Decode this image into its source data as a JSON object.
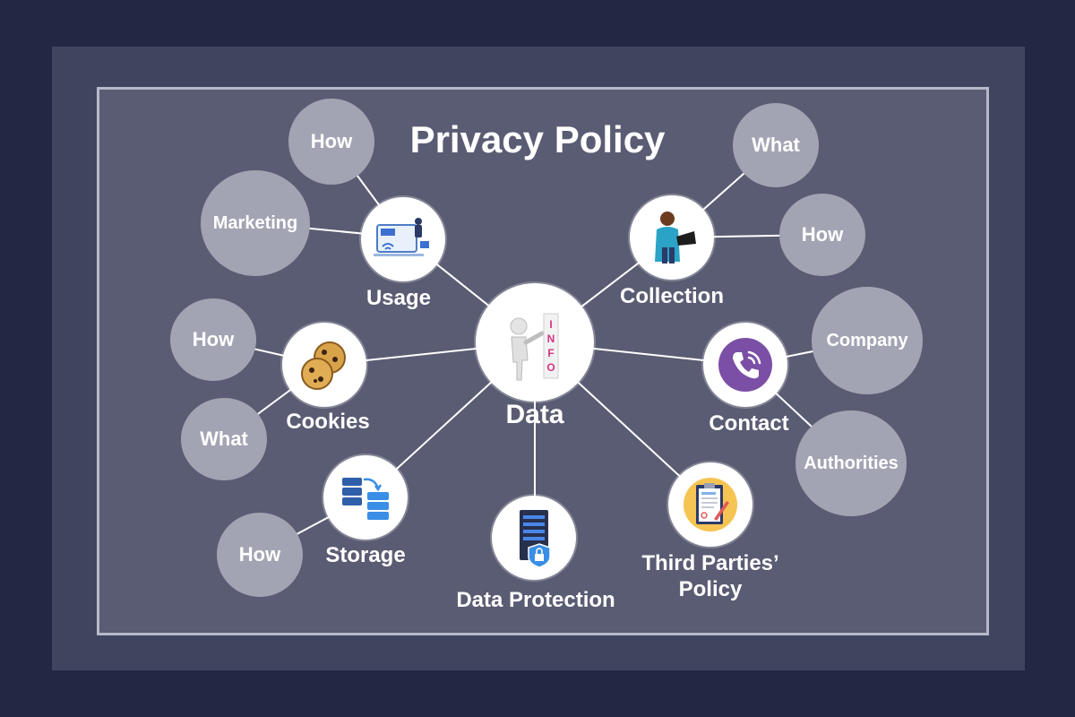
{
  "title": "Privacy Policy",
  "center": {
    "label": "Data",
    "icon": "info-figure-icon"
  },
  "nodes": {
    "usage": {
      "label": "Usage",
      "icon": "laptop-user-icon",
      "bubbles": [
        "How",
        "Marketing"
      ]
    },
    "collection": {
      "label": "Collection",
      "icon": "man-with-laptop-icon",
      "bubbles": [
        "What",
        "How"
      ]
    },
    "cookies": {
      "label": "Cookies",
      "icon": "cookies-icon",
      "bubbles": [
        "How",
        "What"
      ]
    },
    "contact": {
      "label": "Contact",
      "icon": "phone-icon",
      "bubbles": [
        "Company",
        "Authorities"
      ]
    },
    "storage": {
      "label": "Storage",
      "icon": "database-transfer-icon",
      "bubbles": [
        "How"
      ]
    },
    "data_protection": {
      "label": "Data Protection",
      "icon": "secure-server-icon",
      "bubbles": []
    },
    "third_parties": {
      "label_line1": "Third Parties’",
      "label_line2": "Policy",
      "icon": "clipboard-policy-icon",
      "bubbles": []
    }
  },
  "colors": {
    "outer_background": "#222744",
    "panel": "#3f445f",
    "frame": "#5a5c73",
    "bubble": "#a3a4b3",
    "node": "#ffffff",
    "connector": "#ffffff"
  }
}
